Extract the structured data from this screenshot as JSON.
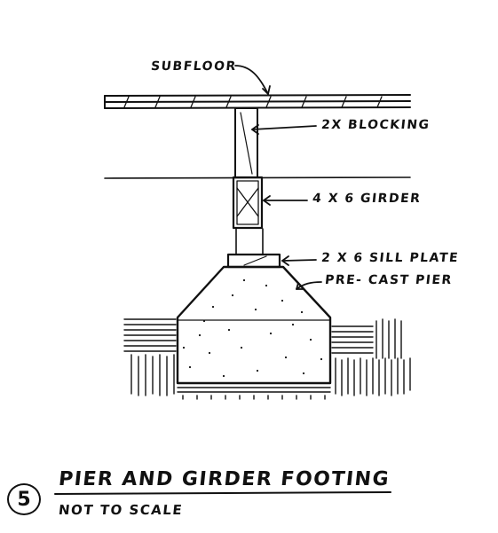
{
  "labels": {
    "subfloor": "SUBFLOOR",
    "blocking": "2X BLOCKING",
    "girder": "4 X 6 GIRDER",
    "sill_plate": "2 X 6 SILL PLATE",
    "pier": "PRE- CAST PIER"
  },
  "title_block": {
    "number": "5",
    "title": "PIER AND GIRDER FOOTING",
    "subtitle": "NOT TO SCALE"
  }
}
